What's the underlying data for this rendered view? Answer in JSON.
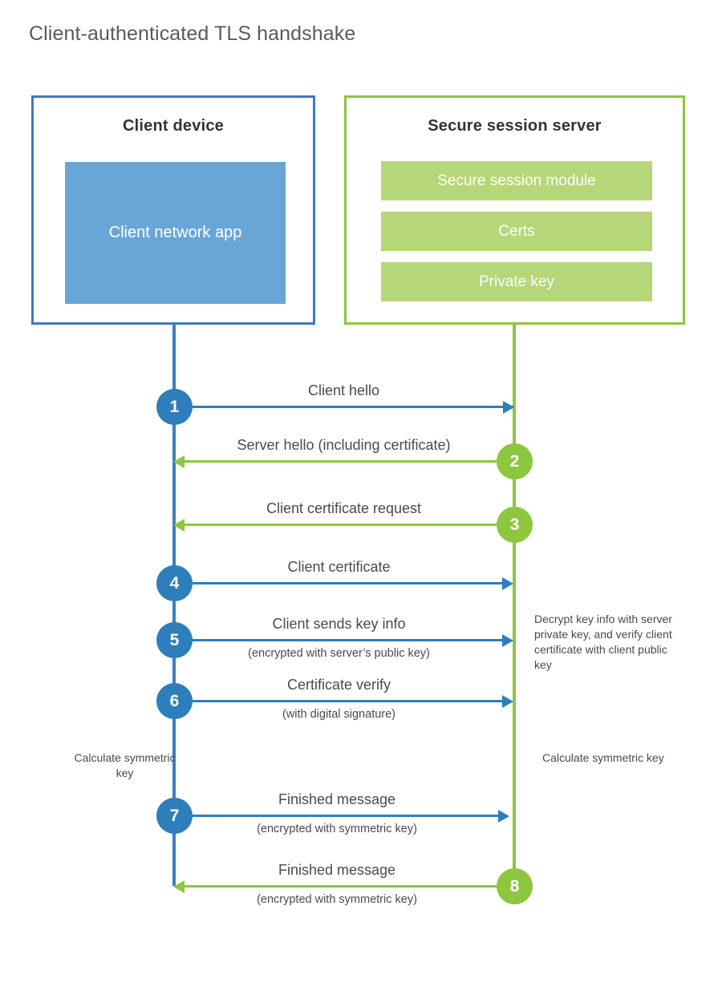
{
  "title": "Client-authenticated TLS handshake",
  "colors": {
    "client_blue": "#2e7ebb",
    "client_border": "#4178be",
    "client_app_fill": "#69a6d8",
    "server_green": "#8dc63f",
    "server_module_fill": "#b5d778",
    "text": "#4a4a4a",
    "heading": "#333333",
    "background": "#ffffff"
  },
  "actors": {
    "client": {
      "title": "Client device",
      "component": "Client network app"
    },
    "server": {
      "title": "Secure session server",
      "modules": [
        "Secure session module",
        "Certs",
        "Private key"
      ]
    }
  },
  "chart_data": {
    "type": "diagram",
    "diagram_kind": "sequence",
    "title": "Client-authenticated TLS handshake",
    "participants": [
      "Client device",
      "Secure session server"
    ],
    "steps": [
      {
        "number": "1",
        "label": "Client hello",
        "sublabel": "",
        "direction": "client-to-server",
        "color": "#2e7ebb"
      },
      {
        "number": "2",
        "label": "Server hello (including certificate)",
        "sublabel": "",
        "direction": "server-to-client",
        "color": "#8dc63f"
      },
      {
        "number": "3",
        "label": "Client certificate request",
        "sublabel": "",
        "direction": "server-to-client",
        "color": "#8dc63f"
      },
      {
        "number": "4",
        "label": "Client certificate",
        "sublabel": "",
        "direction": "client-to-server",
        "color": "#2e7ebb"
      },
      {
        "number": "5",
        "label": "Client sends key info",
        "sublabel": "(encrypted with server’s public key)",
        "direction": "client-to-server",
        "color": "#2e7ebb"
      },
      {
        "number": "6",
        "label": "Certificate verify",
        "sublabel": "(with digital signature)",
        "direction": "client-to-server",
        "color": "#2e7ebb"
      },
      {
        "number": "7",
        "label": "Finished message",
        "sublabel": "(encrypted with symmetric key)",
        "direction": "client-to-server",
        "color": "#2e7ebb"
      },
      {
        "number": "8",
        "label": "Finished message",
        "sublabel": "(encrypted with symmetric key)",
        "direction": "server-to-client",
        "color": "#8dc63f"
      }
    ],
    "annotations": [
      {
        "side": "server",
        "text": "Decrypt key info with server private key, and verify client certificate with client public key"
      },
      {
        "side": "client",
        "text": "Calculate symmetric key"
      },
      {
        "side": "server",
        "text": "Calculate symmetric key"
      }
    ]
  }
}
